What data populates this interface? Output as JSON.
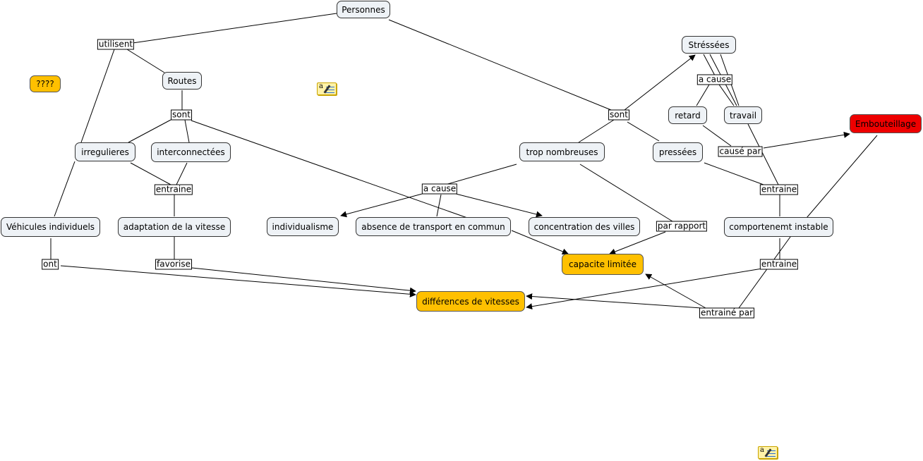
{
  "concepts": {
    "personnes": "Personnes",
    "routes": "Routes",
    "unknown": "????",
    "stressees": "Stréssées",
    "retard": "retard",
    "travail": "travail",
    "embouteillage": "Embouteillage",
    "irregulieres": "irregulieres",
    "interconnectees": "interconnectées",
    "trop_nombreuses": "trop nombreuses",
    "pressees": "pressées",
    "vehicules": "Véhicules individuels",
    "adaptation": "adaptation de la vitesse",
    "individualisme": "individualisme",
    "absence": "absence de transport en commun",
    "concentration": "concentration des villes",
    "comportement": "comportenemt instable",
    "capacite": "capacite limitée",
    "differences": "différences de vitesses"
  },
  "links": {
    "utilisent": "utilisent",
    "sont_routes": "sont",
    "sont_personnes": "sont",
    "a_cause_stress": "a cause",
    "cause_par": "causé par",
    "entraine_1": "entraine",
    "a_cause_trop": "a cause",
    "entraine_2": "entraine",
    "par_rapport": "par rapport",
    "ont": "ont ",
    "favorise": "favorise",
    "entraine_3": "entraine",
    "entraine_par": "entrainé par"
  },
  "notes": {
    "note1_icon": "note-icon",
    "note2_icon": "note-icon"
  },
  "colors": {
    "concept_bg": "#eef2f6",
    "highlight": "#ffc000",
    "alert": "#ee0000"
  }
}
